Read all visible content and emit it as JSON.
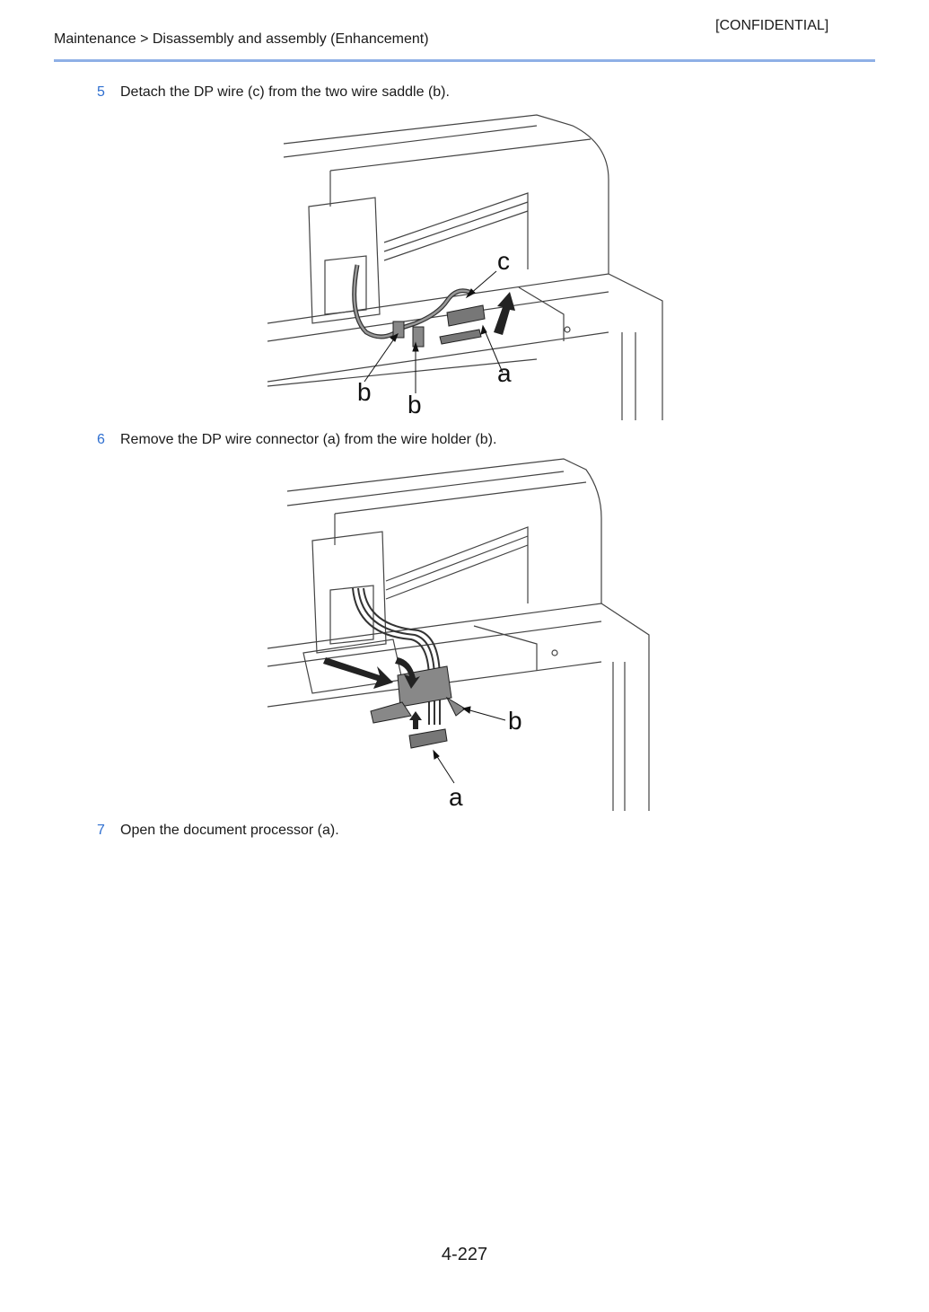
{
  "header": {
    "confidential": "[CONFIDENTIAL]",
    "breadcrumb": "Maintenance > Disassembly and assembly (Enhancement)"
  },
  "steps": [
    {
      "number": "5",
      "text": "Detach the DP wire (c) from the two wire saddle (b)."
    },
    {
      "number": "6",
      "text": "Remove the DP wire connector (a) from the wire holder (b)."
    },
    {
      "number": "7",
      "text": "Open the document processor (a)."
    }
  ],
  "figures": [
    {
      "labels": [
        "c",
        "a",
        "b",
        "b"
      ]
    },
    {
      "labels": [
        "b",
        "a"
      ]
    }
  ],
  "footer": {
    "page_number": "4-227"
  }
}
